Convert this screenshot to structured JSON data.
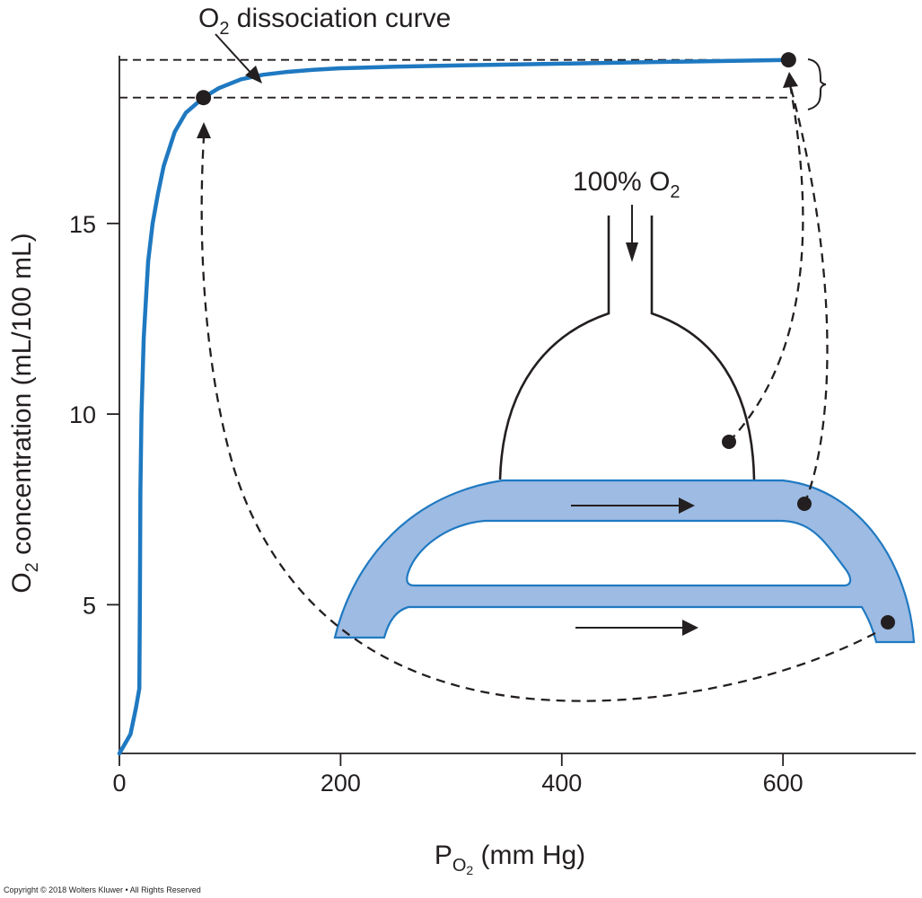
{
  "chart_data": {
    "type": "line",
    "xlabel": {
      "base": "P",
      "sub1": "O",
      "sub2": "2",
      "rest": " (mm Hg)"
    },
    "ylabel": {
      "base": "O",
      "sub": "2",
      "rest": " concentration (mL/100 mL)"
    },
    "xlim": [
      0,
      720
    ],
    "ylim": [
      1.1,
      19.4
    ],
    "x_ticks": [
      0,
      200,
      400,
      600
    ],
    "y_ticks": [
      5,
      10,
      15
    ],
    "curve_label": {
      "base": "O",
      "sub": "2",
      "rest": " dissociation curve"
    },
    "inlet_label": {
      "base": "100% O",
      "sub": "2"
    },
    "series": [
      {
        "color": "#1f79c1",
        "points": [
          [
            0,
            1.1
          ],
          [
            10,
            1.6
          ],
          [
            15,
            2.3
          ],
          [
            18,
            2.8
          ],
          [
            18.5,
            5
          ],
          [
            19,
            8
          ],
          [
            20,
            10
          ],
          [
            22,
            12
          ],
          [
            26,
            14
          ],
          [
            30,
            15
          ],
          [
            35,
            15.8
          ],
          [
            40,
            16.5
          ],
          [
            50,
            17.4
          ],
          [
            60,
            17.9
          ],
          [
            70,
            18.15
          ],
          [
            76,
            18.3
          ],
          [
            90,
            18.55
          ],
          [
            110,
            18.78
          ],
          [
            130,
            18.9
          ],
          [
            150,
            18.97
          ],
          [
            175,
            19.03
          ],
          [
            200,
            19.07
          ],
          [
            250,
            19.11
          ],
          [
            300,
            19.14
          ],
          [
            400,
            19.19
          ],
          [
            500,
            19.24
          ],
          [
            605,
            19.29
          ]
        ]
      }
    ],
    "marked_points": [
      [
        76,
        18.3
      ],
      [
        605,
        19.29
      ]
    ],
    "reference_lines_y": [
      18.3,
      19.29
    ]
  },
  "colors": {
    "curve": "#1f79c1",
    "vessel_fill": "#9dbbe3",
    "vessel_stroke": "#1f79c1",
    "ink": "#231f20"
  },
  "copyright": "Copyright © 2018 Wolters Kluwer • All Rights Reserved"
}
